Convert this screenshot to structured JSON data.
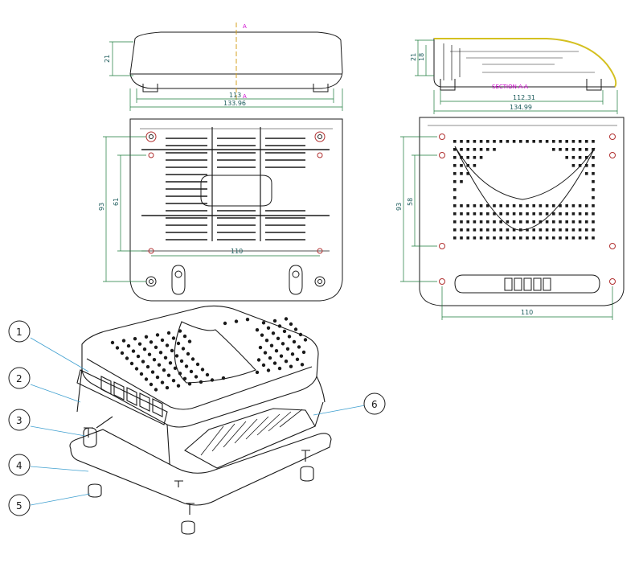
{
  "top_view": {
    "section_mark_top": "A",
    "section_mark_bottom": "A",
    "dim_height": "21",
    "dim_inner_width": "113",
    "dim_outer_width": "133.96"
  },
  "section_view": {
    "dim_height_outer": "21",
    "dim_height_inner": "18",
    "caption": "SECTION A-A",
    "dim_inner_width": "112.31",
    "dim_outer_width": "134.99"
  },
  "base_plan": {
    "dim_height_outer": "93",
    "dim_height_inner": "61",
    "dim_width": "110"
  },
  "cover_plan": {
    "dim_height_outer": "93",
    "dim_height_inner": "58",
    "dim_width": "110"
  },
  "callouts": [
    "1",
    "2",
    "3",
    "4",
    "5",
    "6"
  ],
  "colors": {
    "line": "#1a1a1a",
    "dimension": "#1a7a3a",
    "section_marker": "#cc00cc",
    "boss_ring": "#b03030",
    "callout_leader": "#40a0d0"
  }
}
